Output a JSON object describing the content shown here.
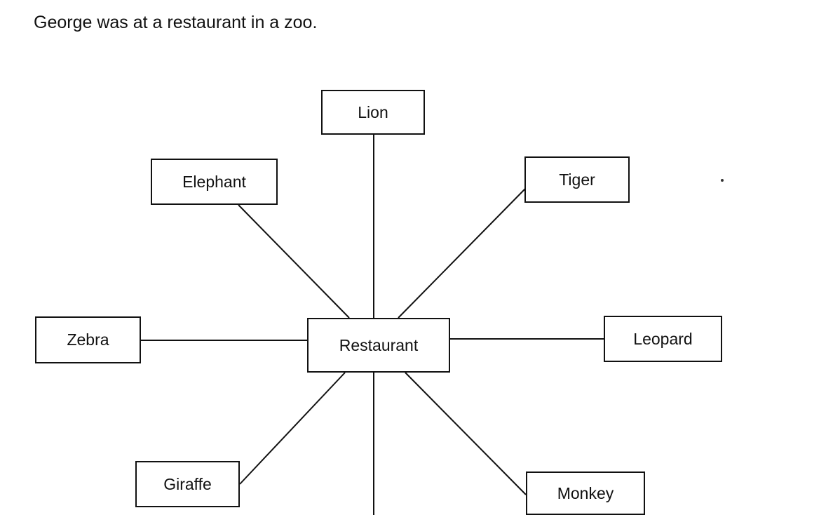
{
  "heading": "George was at a restaurant in a zoo.",
  "diagram": {
    "center": "Restaurant",
    "nodes": {
      "lion": "Lion",
      "elephant": "Elephant",
      "tiger": "Tiger",
      "zebra": "Zebra",
      "leopard": "Leopard",
      "giraffe": "Giraffe",
      "monkey": "Monkey"
    }
  },
  "colors": {
    "line": "#111111",
    "background": "#ffffff"
  }
}
